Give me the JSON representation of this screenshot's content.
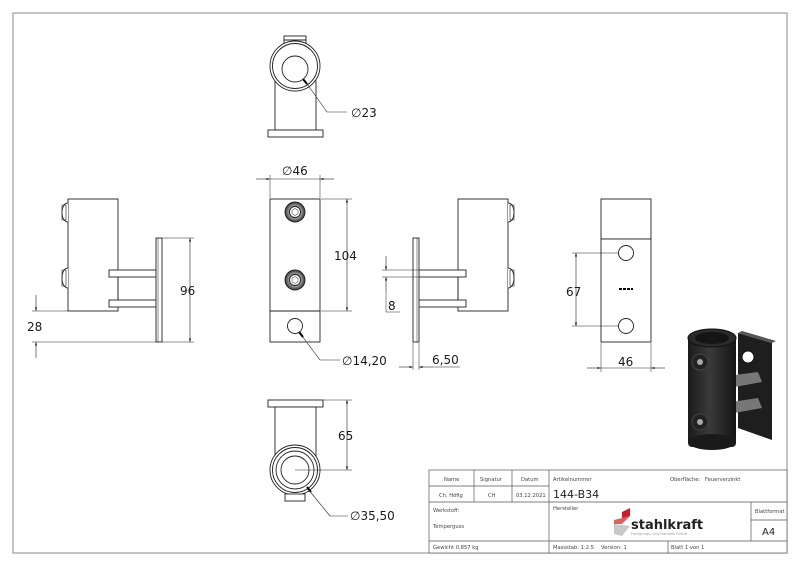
{
  "drawing": {
    "dimensions": {
      "top_view_diameter": "∅23",
      "front_width": "∅46",
      "front_height": "104",
      "front_hole": "∅14,20",
      "left_height": "96",
      "left_offset": "28",
      "right_gap": "8",
      "right_plate": "6,50",
      "back_spacing": "67",
      "back_width": "46",
      "bottom_height": "65",
      "bottom_diameter": "∅35,50"
    }
  },
  "title_block": {
    "headers": {
      "name": "Name",
      "signature": "Signatur",
      "date": "Datum"
    },
    "values": {
      "name": "Ch. Höfig",
      "signature": "CH",
      "date": "03.12.2021"
    },
    "article_label": "Artikelnummer",
    "article_number": "144-B34",
    "surface_label": "Oberfläche:",
    "surface_value": "Feuerverzinkt",
    "material_label": "Werkstoff:",
    "material_value": "Temperguss",
    "manufacturer_label": "Hersteller",
    "logo": {
      "name": "stahlkraft",
      "tagline": "Fertigungs- und Handels GmbH",
      "colors": {
        "red": "#c8202a",
        "light_red": "#e06060",
        "grey": "#c8c8c8"
      }
    },
    "sheet_format_label": "Blattformat",
    "sheet_format": "A4",
    "weight": "Gewicht 0.857 kg",
    "scale": "Massstab: 1:2.5",
    "version": "Version: 1",
    "sheet": "Blatt 1 von 1"
  }
}
